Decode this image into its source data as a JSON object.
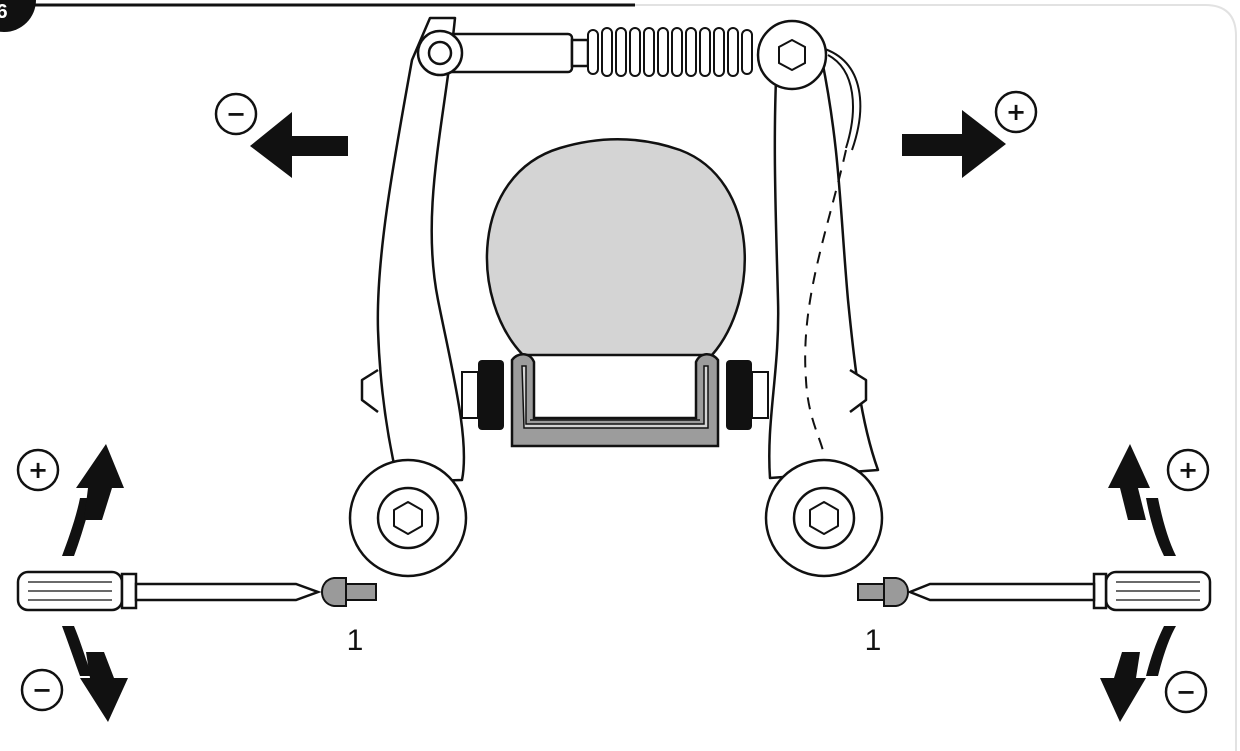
{
  "step": {
    "number": "6"
  },
  "callouts": {
    "left_screw": "1",
    "right_screw": "1"
  },
  "signs": {
    "top_left": "−",
    "top_right": "+",
    "left_up": "+",
    "left_down": "−",
    "right_up": "+",
    "right_down": "−"
  },
  "colors": {
    "line": "#111111",
    "frame": "#e6e6e6",
    "rim": "#d4d4d4",
    "rim_edge": "#9a9a9a",
    "pad": "#111111",
    "fill": "#ffffff"
  },
  "icons": [
    "arrow-left-icon",
    "arrow-right-icon",
    "curved-arrow-icon",
    "screwdriver-icon",
    "hex-bolt-icon"
  ]
}
